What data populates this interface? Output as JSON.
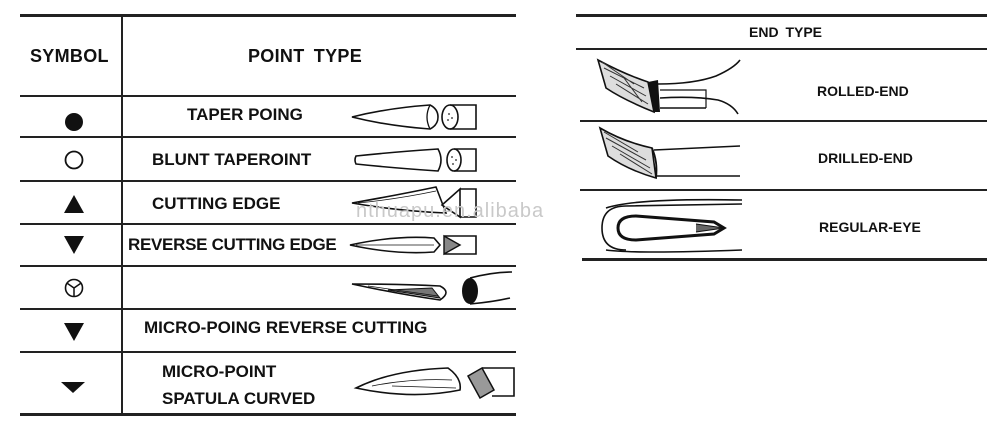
{
  "watermark": "nthuapu.en.alibaba",
  "point_table": {
    "header_symbol": "SYMBOL",
    "header_point_type": "POINT  TYPE",
    "rows": [
      {
        "symbol": "filled-circle",
        "label": "TAPER POING"
      },
      {
        "symbol": "open-circle",
        "label": "BLUNT TAPEROINT"
      },
      {
        "symbol": "filled-triangle-up",
        "label": "CUTTING EDGE"
      },
      {
        "symbol": "filled-triangle-down",
        "label": "REVERSE CUTTING EDGE"
      },
      {
        "symbol": "circled-y",
        "label": ""
      },
      {
        "symbol": "filled-triangle-down",
        "label": "MICRO-POING REVERSE CUTTING"
      },
      {
        "symbol": "small-triangle-down",
        "label_line1": "MICRO-POINT",
        "label_line2": "SPATULA CURVED"
      }
    ]
  },
  "end_table": {
    "header": "END  TYPE",
    "rows": [
      {
        "label": "ROLLED-END"
      },
      {
        "label": "DRILLED-END"
      },
      {
        "label": "REGULAR-EYE"
      }
    ]
  }
}
